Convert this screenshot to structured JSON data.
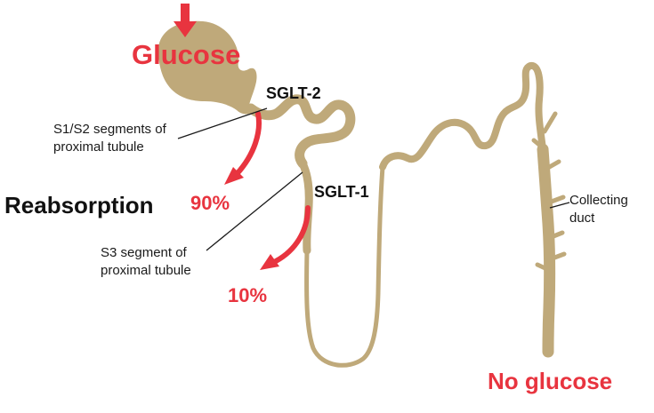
{
  "colors": {
    "tubule": "#bfa97a",
    "arrow_red": "#e8343f",
    "text_dark": "#111111",
    "pointer_line": "#1a1a1a"
  },
  "labels": {
    "glucose": "Glucose",
    "sglt2": "SGLT-2",
    "sglt1": "SGLT-1",
    "reabsorption": "Reabsorption",
    "pct_90": "90%",
    "pct_10": "10%",
    "s1s2_line1": "S1/S2 segments of",
    "s1s2_line2": "proximal tubule",
    "s3_line1": "S3 segment of",
    "s3_line2": "proximal tubule",
    "collecting_line1": "Collecting",
    "collecting_line2": "duct",
    "no_glucose": "No glucose"
  }
}
